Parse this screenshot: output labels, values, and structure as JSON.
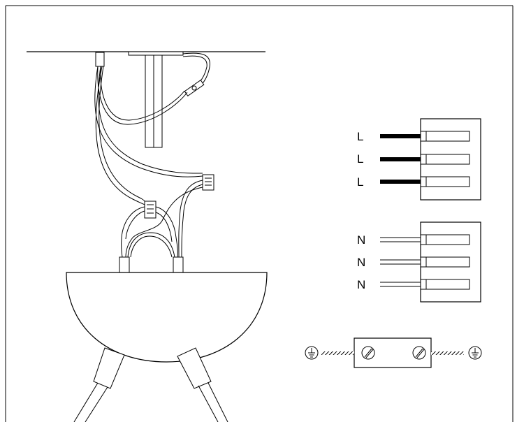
{
  "colors": {
    "line": "#000000",
    "fill": "#ffffff",
    "shade": "#d9d9d9"
  },
  "icons": [
    "ground-symbol-icon",
    "screw-icon"
  ],
  "connectors": {
    "live": {
      "labels": [
        "L",
        "L",
        "L"
      ]
    },
    "neutral": {
      "labels": [
        "N",
        "N",
        "N"
      ]
    }
  },
  "earth": {
    "terminal_count": 2
  }
}
